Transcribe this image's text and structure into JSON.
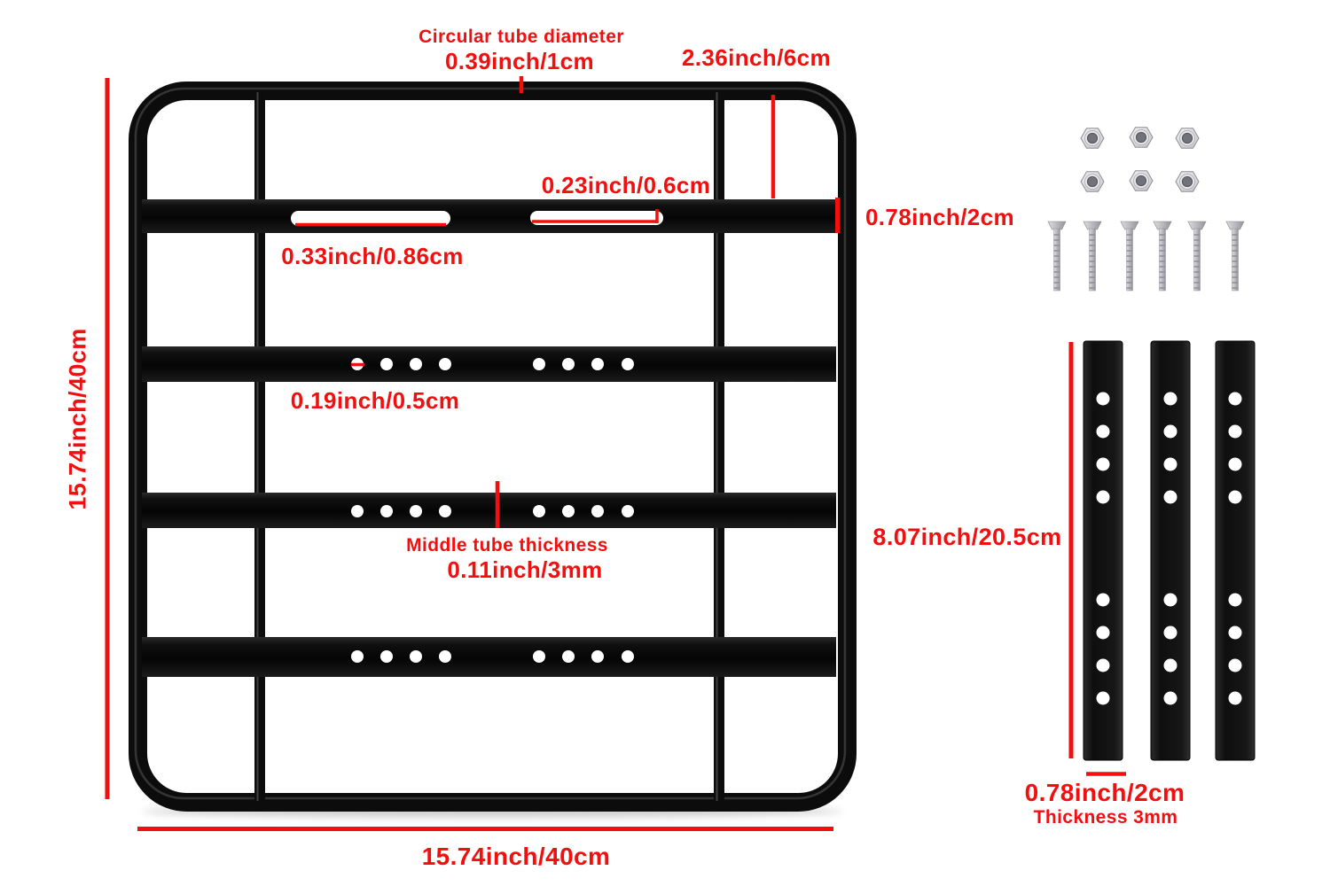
{
  "colors": {
    "annotation_red": "#f20f0f",
    "rack_black": "#0c0c0c",
    "background": "#ffffff",
    "hardware_silver": "#c3c3c9"
  },
  "labels": {
    "circular_tube_title": "Circular tube diameter",
    "circular_tube_value": "0.39inch/1cm",
    "top_gap_value": "2.36inch/6cm",
    "slot_width_value": "0.23inch/0.6cm",
    "bar_height_value": "0.78inch/2cm",
    "slot_length_value": "0.33inch/0.86cm",
    "hole_diameter_value": "0.19inch/0.5cm",
    "middle_tube_title": "Middle tube thickness",
    "middle_tube_value": "0.11inch/3mm",
    "rack_height_value": "15.74inch/40cm",
    "rack_width_value": "15.74inch/40cm",
    "strip_length_value": "8.07inch/20.5cm",
    "strip_width_value": "0.78inch/2cm",
    "strip_thickness_label": "Thickness 3mm"
  },
  "hardware": {
    "nut_count": 6,
    "bolt_count": 6,
    "strip_count": 3,
    "holes_per_strip": 8
  }
}
